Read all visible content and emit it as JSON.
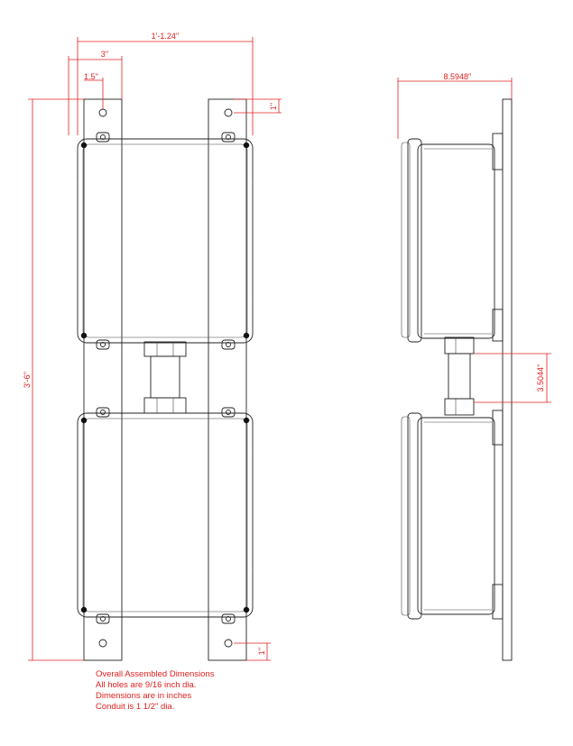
{
  "dimensions": {
    "overall_width": "1'-1.24''",
    "rail_offset_3": "3''",
    "hole_offset_1_5": "1.5''",
    "top_hole_offset": "1''",
    "bottom_hole_offset": "1''",
    "overall_height": "3'-6''",
    "side_depth": "8.5948''",
    "conduit_gap": "3.5044''"
  },
  "notes": [
    "Overall Assembled Dimensions",
    "All holes are 9/16 inch dia.",
    "Dimensions are in inches",
    "Conduit is 1 1/2\" dia."
  ],
  "colors": {
    "dimension": "#e02020",
    "linework": "#222222"
  }
}
